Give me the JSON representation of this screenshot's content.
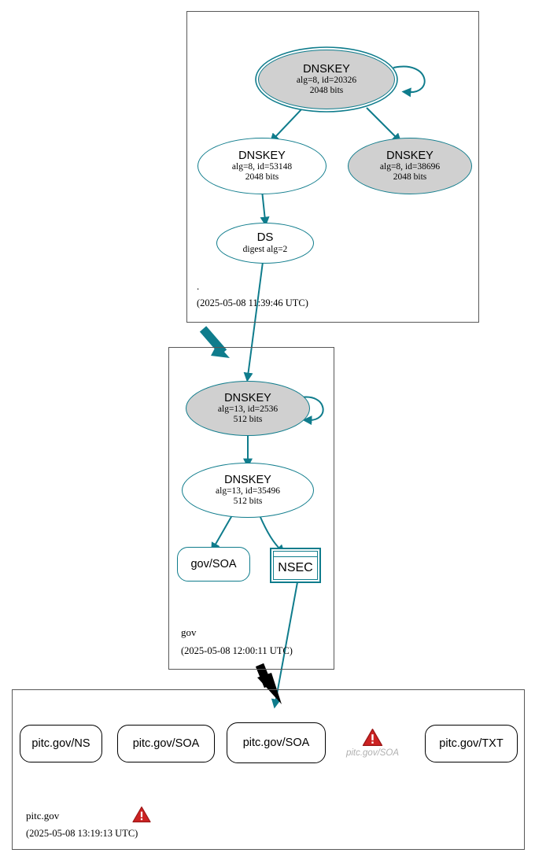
{
  "diagram": {
    "type": "dnssec-authentication-chain",
    "accent_color": "#0f7c8c",
    "shaded_node_color": "#d0d0d0",
    "warning_color": "#cc2222",
    "error_label_color": "#b0b0b0",
    "box_border_color": "#585858"
  },
  "zones": [
    {
      "id": "root",
      "name": ".",
      "timestamp": "(2025-05-08 11:39:46 UTC)"
    },
    {
      "id": "gov",
      "name": "gov",
      "timestamp": "(2025-05-08 12:00:11 UTC)"
    },
    {
      "id": "pitc-gov",
      "name": "pitc.gov",
      "timestamp": "(2025-05-08 13:19:13 UTC)"
    }
  ],
  "nodes": {
    "root_ksk": {
      "title": "DNSKEY",
      "line2": "alg=8, id=20326",
      "line3": "2048 bits"
    },
    "root_zsk": {
      "title": "DNSKEY",
      "line2": "alg=8, id=53148",
      "line3": "2048 bits"
    },
    "root_other_key": {
      "title": "DNSKEY",
      "line2": "alg=8, id=38696",
      "line3": "2048 bits"
    },
    "root_ds": {
      "title": "DS",
      "line2": "digest alg=2"
    },
    "gov_ksk": {
      "title": "DNSKEY",
      "line2": "alg=13, id=2536",
      "line3": "512 bits"
    },
    "gov_zsk": {
      "title": "DNSKEY",
      "line2": "alg=13, id=35496",
      "line3": "512 bits"
    },
    "gov_soa": {
      "label": "gov/SOA"
    },
    "gov_nsec": {
      "label": "NSEC"
    },
    "pitc_ns": {
      "label": "pitc.gov/NS"
    },
    "pitc_soa_1": {
      "label": "pitc.gov/SOA"
    },
    "pitc_soa_2": {
      "label": "pitc.gov/SOA"
    },
    "pitc_soa_error": {
      "label": "pitc.gov/SOA",
      "icon": "warning-triangle-icon"
    },
    "pitc_txt": {
      "label": "pitc.gov/TXT"
    }
  },
  "icons": {
    "zone_warning": "warning-triangle-icon",
    "rrset_warning": "warning-triangle-icon"
  }
}
